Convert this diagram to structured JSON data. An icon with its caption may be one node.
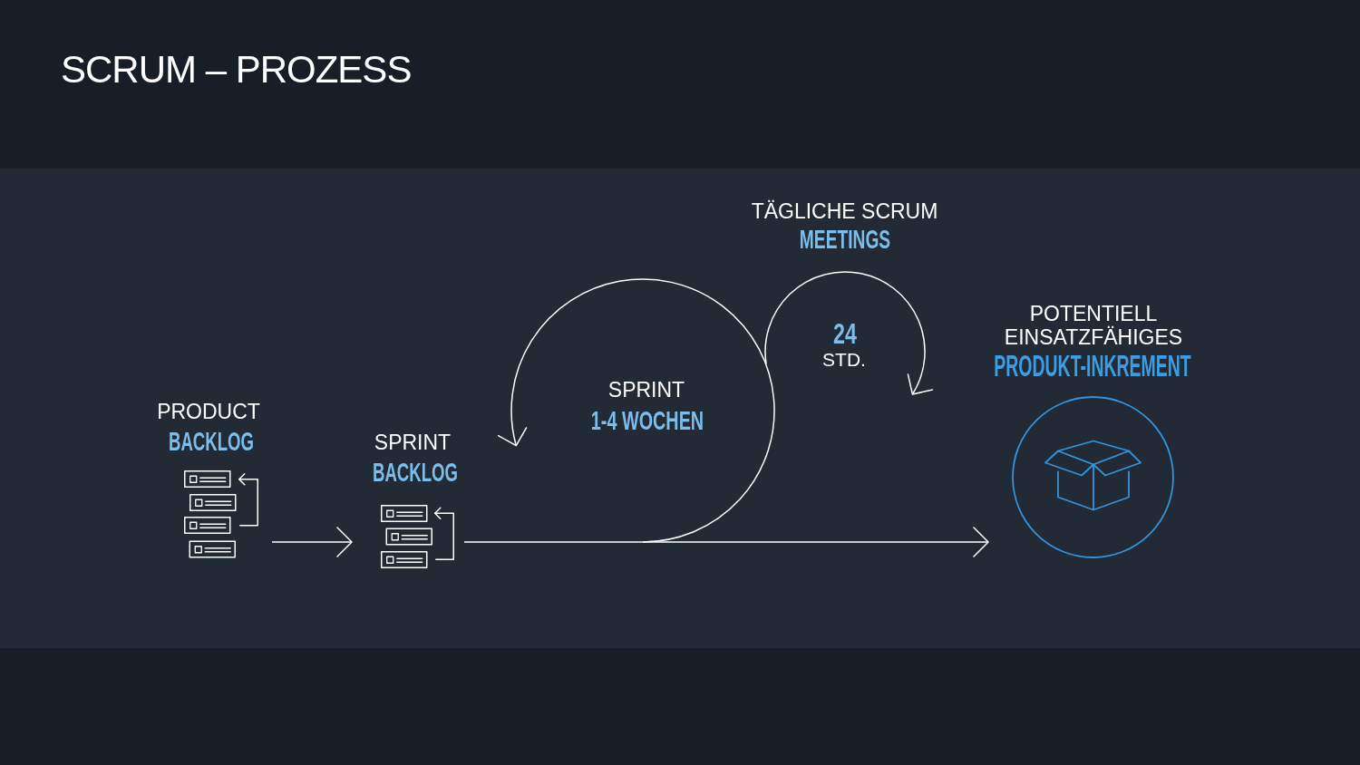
{
  "diagram": {
    "title": "SCRUM – PROZESS",
    "nodes": [
      {
        "text": [
          "PRODUCT",
          "BACKLOG"
        ]
      },
      {
        "text": [
          "SPRINT",
          "BACKLOG"
        ]
      },
      {
        "text": [
          "SPRINT",
          "1-4 WOCHEN"
        ]
      },
      {
        "text": [
          "24",
          "STD."
        ],
        "beside": [
          "TÄGLICHE SCRUM",
          "MEETINGS"
        ]
      },
      {
        "text": [
          "POTENTIELL EINSATZFÄHIGES",
          "PRODUKT-INKREMENT"
        ]
      }
    ],
    "edges": [
      {
        "from": 0,
        "to": 1,
        "arrow": "to"
      },
      {
        "from": 1,
        "to": 4,
        "arrow": "to"
      },
      {
        "from": 2,
        "to": 2,
        "arrow": "to"
      },
      {
        "from": 3,
        "to": 3,
        "arrow": "to"
      }
    ]
  }
}
